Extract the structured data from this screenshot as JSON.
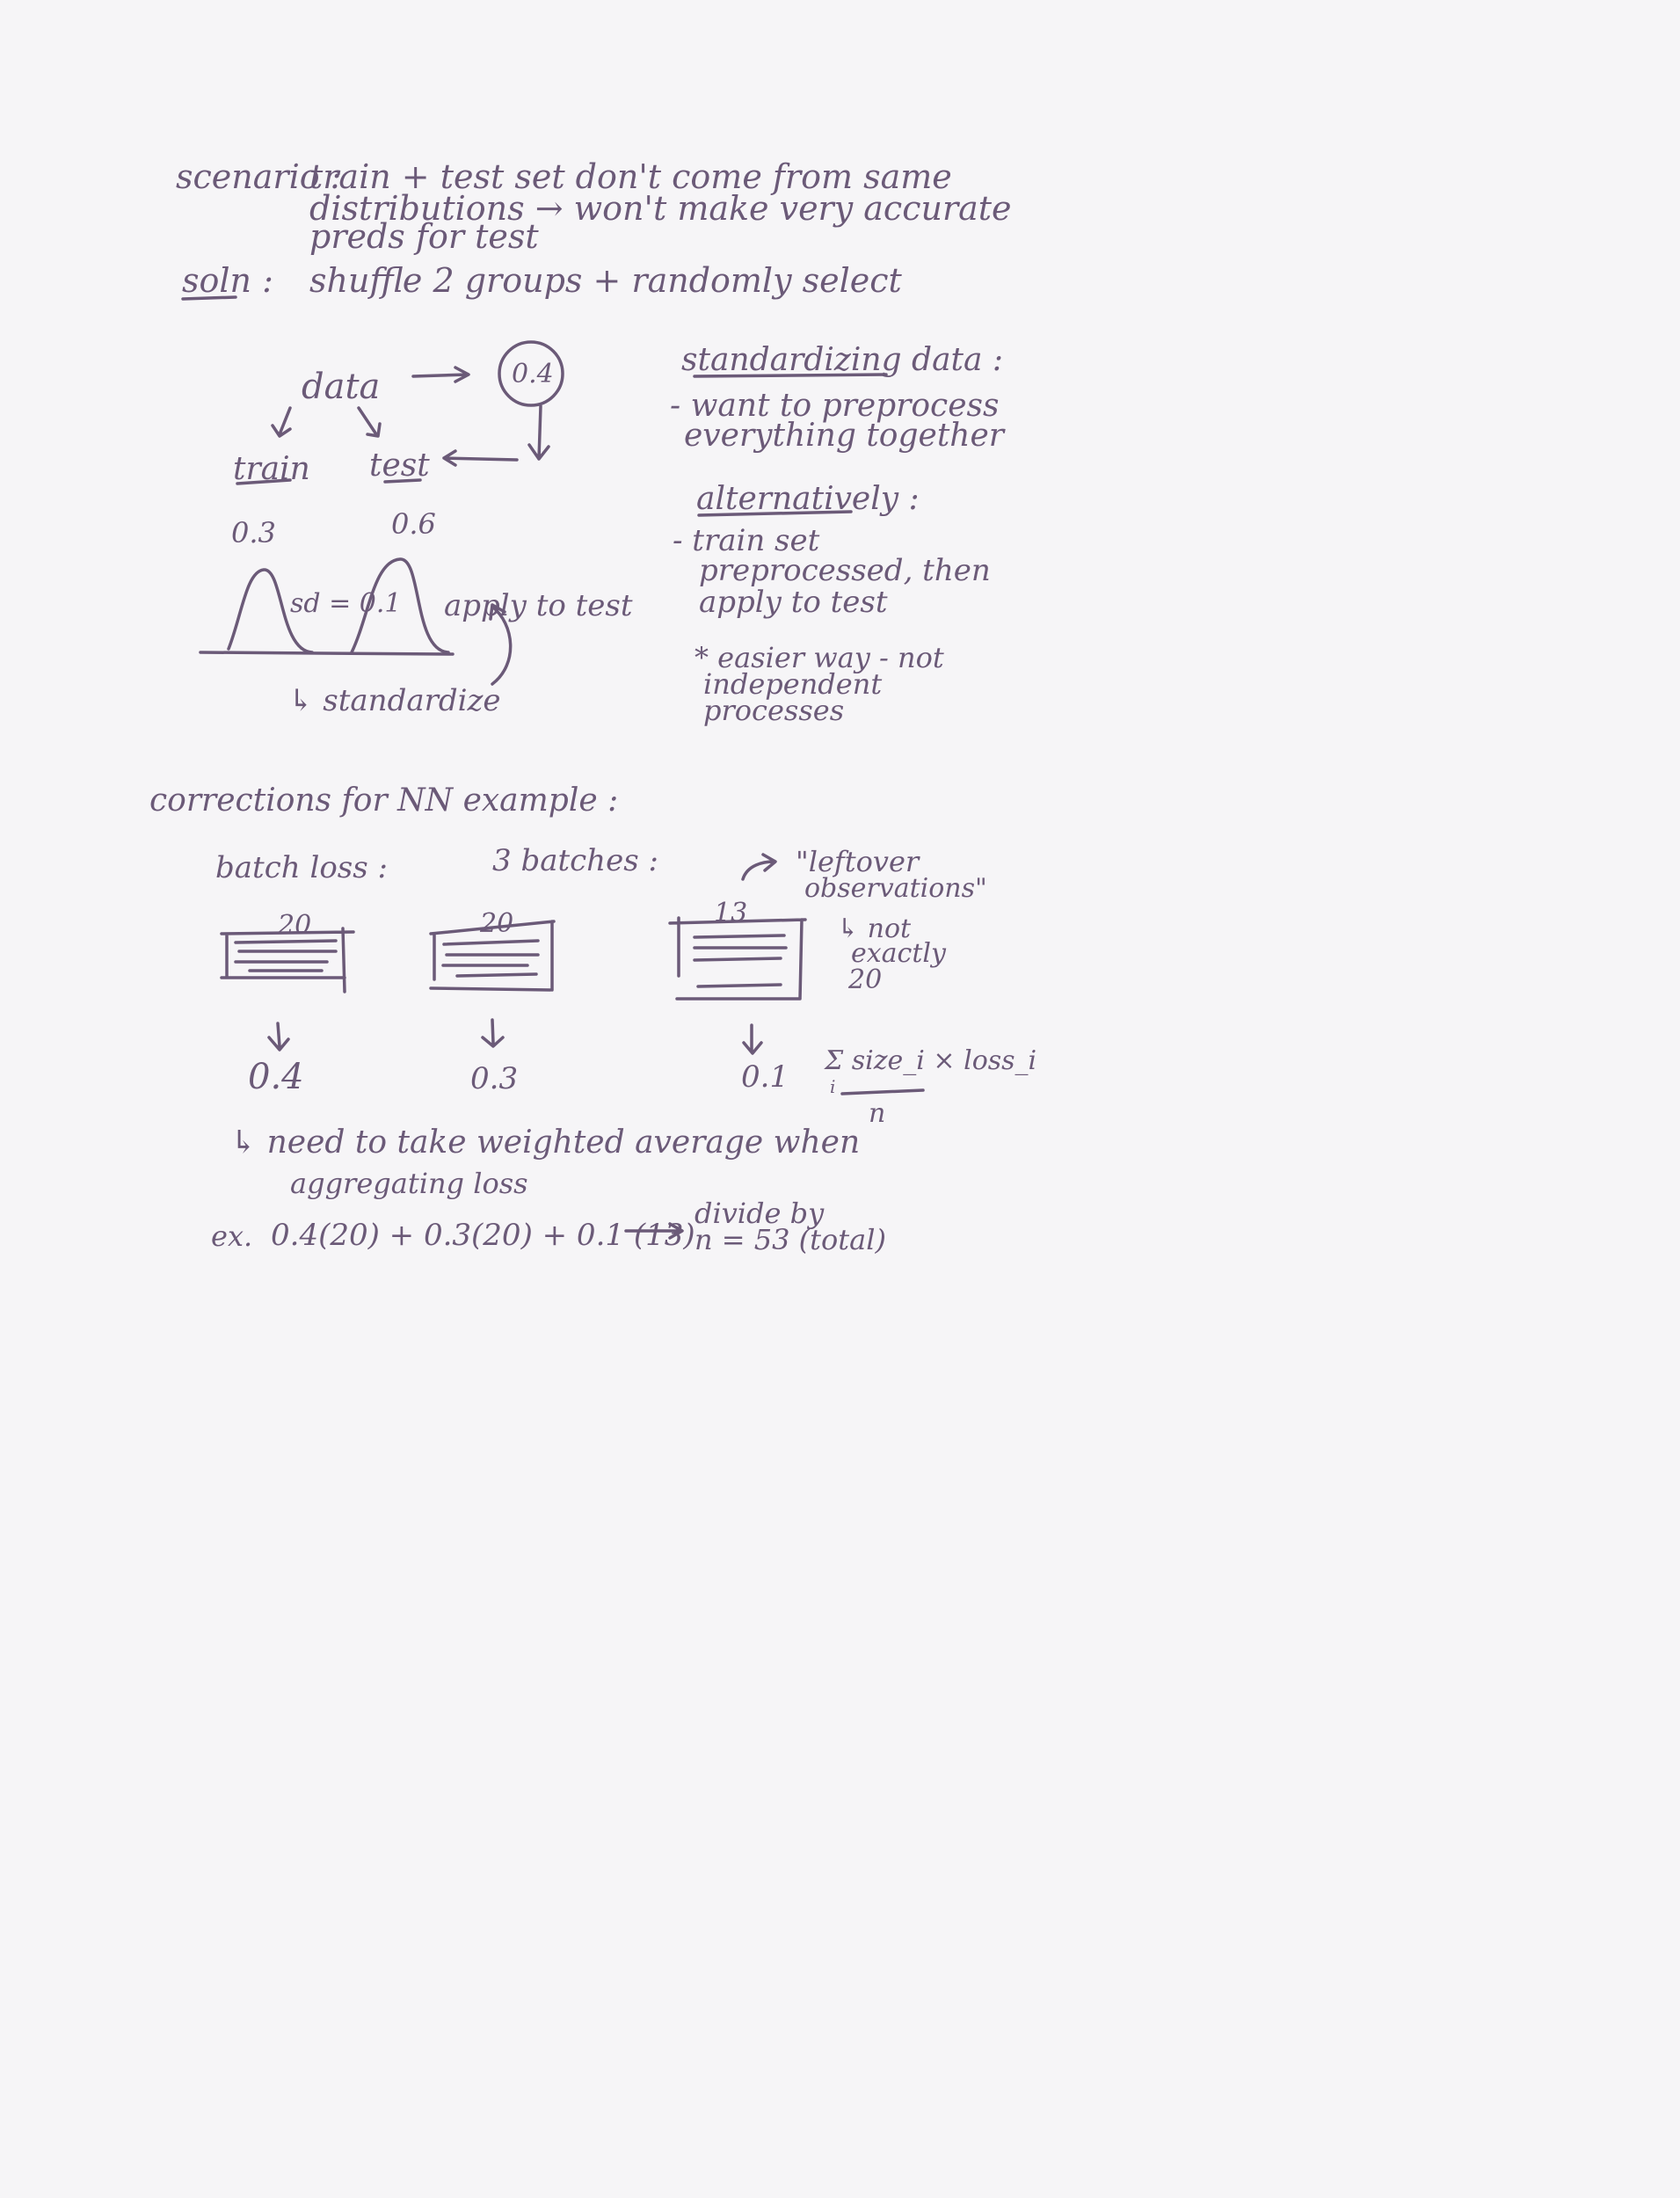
{
  "page": {
    "ink_color": "#6b5a78",
    "paper_color": "#f6f5f7"
  },
  "intro": {
    "scenario_label": "scenario :",
    "scenario_lines": [
      "train + test   set  don't  come  from  same",
      "distributions  →  won't   make  very  accurate",
      "preds  for test"
    ],
    "soln_label": "soln :",
    "soln_text": "shuffle   2 groups  +  randomly  select"
  },
  "diagram": {
    "data_label": "data",
    "circle_value": "0.4",
    "train_label": "train",
    "test_label": "test",
    "train_value": "0.3",
    "test_value": "0.6",
    "sd_label": "sd = 0.1",
    "apply_label": "apply to test",
    "standardize_label": "↳ standardize"
  },
  "side_notes": {
    "heading": "standardizing data :",
    "note1_lines": [
      "- want  to  preprocess",
      "everything  together"
    ],
    "alt_heading": "alternatively :",
    "note2_lines": [
      "- train  set",
      "preprocessed,  then",
      "apply  to  test"
    ],
    "note3_lines": [
      "* easier  way  -  not",
      "independent",
      "processes"
    ]
  },
  "corrections": {
    "heading": "corrections for NN example :",
    "batch_loss_label": "batch loss :",
    "batches_label": "3 batches :",
    "leftover_lines": [
      "\"leftover",
      "observations\""
    ],
    "not_exactly_lines": [
      "↳ not",
      "exactly",
      "20"
    ],
    "batch_sizes": [
      "20",
      "20",
      "13"
    ],
    "batch_losses": [
      "0.4",
      "0.3",
      "0.1"
    ],
    "formula_numerator": "Σ size_i × loss_i",
    "formula_index": "i",
    "formula_denominator": "n",
    "weighted_lines": [
      "↳  need to  take  weighted  average   when",
      "aggregating   loss"
    ],
    "example_label": "ex.",
    "example_expr": "0.4(20)  + 0.3(20)  + 0.1 (13)",
    "divide_lines": [
      "divide by",
      "n = 53  (total)"
    ]
  }
}
